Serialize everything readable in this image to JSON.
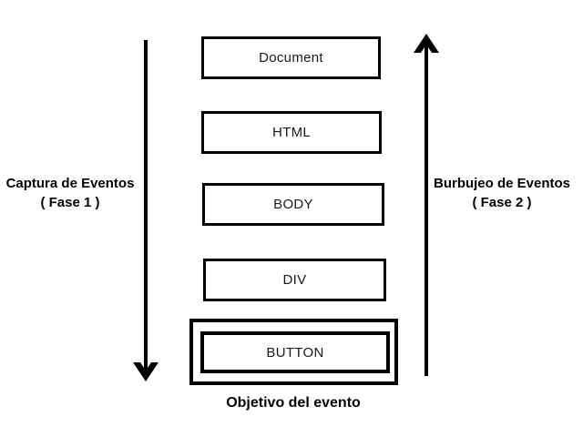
{
  "diagram": {
    "left_arrow_label": {
      "line1": "Captura de Eventos",
      "line2": "( Fase 1 )"
    },
    "right_arrow_label": {
      "line1": "Burbujeo de Eventos",
      "line2": "( Fase 2 )"
    },
    "target_label": "Objetivo del evento",
    "nodes": [
      "Document",
      "HTML",
      "BODY",
      "DIV",
      "BUTTON"
    ],
    "icons": {
      "left_arrow": "arrow-down-icon",
      "right_arrow": "arrow-up-icon"
    },
    "colors": {
      "line": "#000000",
      "background": "#ffffff",
      "text": "#000000"
    }
  }
}
